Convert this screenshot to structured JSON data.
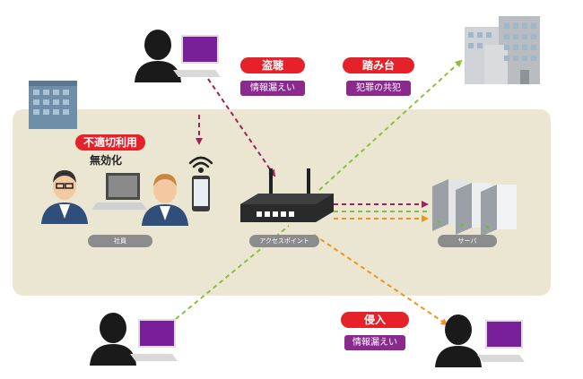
{
  "labels": {
    "eavesdrop": "盗聴",
    "eavesdrop_sub": "情報漏えい",
    "stepping_stone": "踏み台",
    "stepping_stone_sub": "犯罪の共犯",
    "misuse": "不適切利用",
    "disable": "無効化",
    "intrusion": "侵入",
    "intrusion_sub": "情報漏えい",
    "employee": "社員",
    "access_point": "アクセスポイント",
    "server": "サーバ"
  },
  "colors": {
    "zone": "#eae6d2",
    "red_pill": "#e6212a",
    "purple_tag": "#8a2a8f",
    "maroon_arrow": "#9e2458",
    "orange_arrow": "#f0931e",
    "green_arrow": "#8dc03a",
    "gray_label": "#8c8c8c"
  }
}
